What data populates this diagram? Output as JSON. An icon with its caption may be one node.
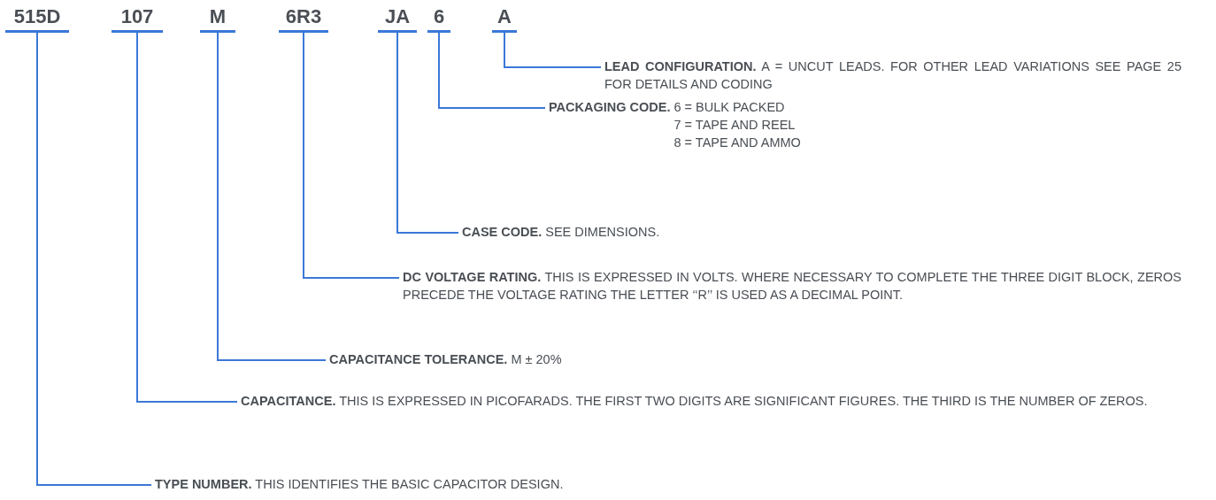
{
  "diagram": {
    "nodes": [
      {
        "text": [
          "515D"
        ]
      },
      {
        "text": [
          "107"
        ]
      },
      {
        "text": [
          "M"
        ]
      },
      {
        "text": [
          "6R3"
        ]
      },
      {
        "text": [
          "JA"
        ]
      },
      {
        "text": [
          "6"
        ]
      },
      {
        "text": [
          "A"
        ]
      },
      {
        "text": [
          "LEAD CONFIGURATION.",
          "A = UNCUT LEADS. FOR OTHER LEAD VARIATIONS SEE PAGE 25 FOR DETAILS AND CODING"
        ]
      },
      {
        "text": [
          "PACKAGING CODE.",
          "6 = BULK PACKED",
          "7 = TAPE AND REEL",
          "8 = TAPE AND AMMO"
        ]
      },
      {
        "text": [
          "CASE CODE.",
          "SEE DIMENSIONS."
        ]
      },
      {
        "text": [
          "DC VOLTAGE RATING.",
          "THIS IS EXPRESSED IN VOLTS. WHERE NECESSARY TO COMPLETE THE THREE DIGIT BLOCK, ZEROS PRECEDE THE VOLTAGE RATING THE LETTER ‘‘R’’ IS USED AS A DECIMAL POINT."
        ]
      },
      {
        "text": [
          "CAPACITANCE TOLERANCE.",
          "M ± 20%"
        ]
      },
      {
        "text": [
          "CAPACITANCE.",
          "THIS IS EXPRESSED IN PICOFARADS. THE FIRST TWO DIGITS ARE SIGNIFICANT FIGURES. THE THIRD IS THE NUMBER OF ZEROS."
        ]
      },
      {
        "text": [
          "TYPE NUMBER.",
          "THIS IDENTIFIES THE BASIC CAPACITOR DESIGN."
        ]
      }
    ],
    "edges": [
      {
        "from": 6,
        "to": 7,
        "arrow": "none"
      },
      {
        "from": 5,
        "to": 8,
        "arrow": "none"
      },
      {
        "from": 4,
        "to": 9,
        "arrow": "none"
      },
      {
        "from": 3,
        "to": 10,
        "arrow": "none"
      },
      {
        "from": 2,
        "to": 11,
        "arrow": "none"
      },
      {
        "from": 1,
        "to": 12,
        "arrow": "none"
      },
      {
        "from": 0,
        "to": 13,
        "arrow": "none"
      }
    ]
  }
}
